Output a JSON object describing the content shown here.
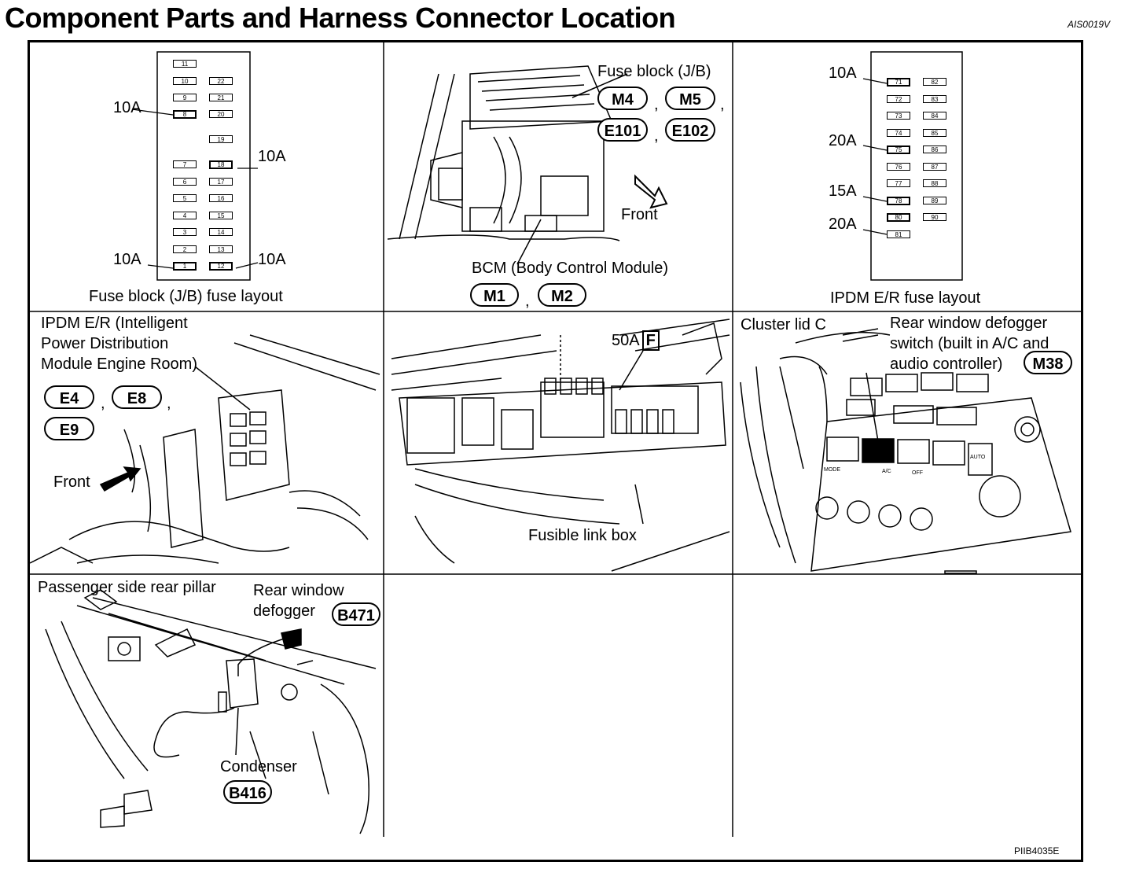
{
  "title": "Component Parts and Harness Connector Location",
  "code_top": "AIS0019V",
  "code_bottom": "PIIB4035E",
  "panel1": {
    "caption": "Fuse block (J/B) fuse layout",
    "left_col": [
      "11",
      "10",
      "9",
      "8",
      "7",
      "6",
      "5",
      "4",
      "3",
      "2",
      "1"
    ],
    "right_col": [
      "22",
      "21",
      "20",
      "19",
      "18",
      "17",
      "16",
      "15",
      "14",
      "13",
      "12"
    ],
    "callouts": [
      "10A",
      "10A",
      "10A",
      "10A"
    ]
  },
  "panel2": {
    "fuse_block_label": "Fuse block (J/B)",
    "connectors": [
      "M4",
      "M5",
      "E101",
      "E102"
    ],
    "front_label": "Front",
    "bcm_label": "BCM (Body Control Module)",
    "bcm_connectors": [
      "M1",
      "M2"
    ]
  },
  "panel3": {
    "caption": "IPDM E/R fuse layout",
    "left_col": [
      "71",
      "72",
      "73",
      "74",
      "75",
      "76",
      "77",
      "78",
      "80",
      "81"
    ],
    "right_col": [
      "82",
      "83",
      "84",
      "85",
      "86",
      "87",
      "88",
      "89",
      "90"
    ],
    "callouts": [
      "10A",
      "20A",
      "15A",
      "20A"
    ]
  },
  "panel4": {
    "line1": "IPDM E/R (Intelligent",
    "line2": "Power Distribution",
    "line3": "Module Engine Room)",
    "connectors": [
      "E4",
      "E8",
      "E9"
    ],
    "front_label": "Front"
  },
  "panel5": {
    "fuse_label": "50A",
    "fuse_code": "F",
    "box_label": "Fusible link box"
  },
  "panel6": {
    "cluster_label": "Cluster lid C",
    "switch_line1": "Rear window defogger",
    "switch_line2": "switch (built in A/C and",
    "switch_line3": "audio controller)",
    "connector": "M38",
    "button_labels": [
      "MODE",
      "A/C",
      "OFF",
      "AUTO"
    ]
  },
  "panel7": {
    "pillar_label": "Passenger side rear pillar",
    "defogger_line1": "Rear window",
    "defogger_line2": "defogger",
    "defogger_connector": "B471",
    "condenser_label": "Condenser",
    "condenser_connector": "B416"
  },
  "separators": [
    ",",
    ",",
    ",",
    ",",
    ",",
    ","
  ]
}
